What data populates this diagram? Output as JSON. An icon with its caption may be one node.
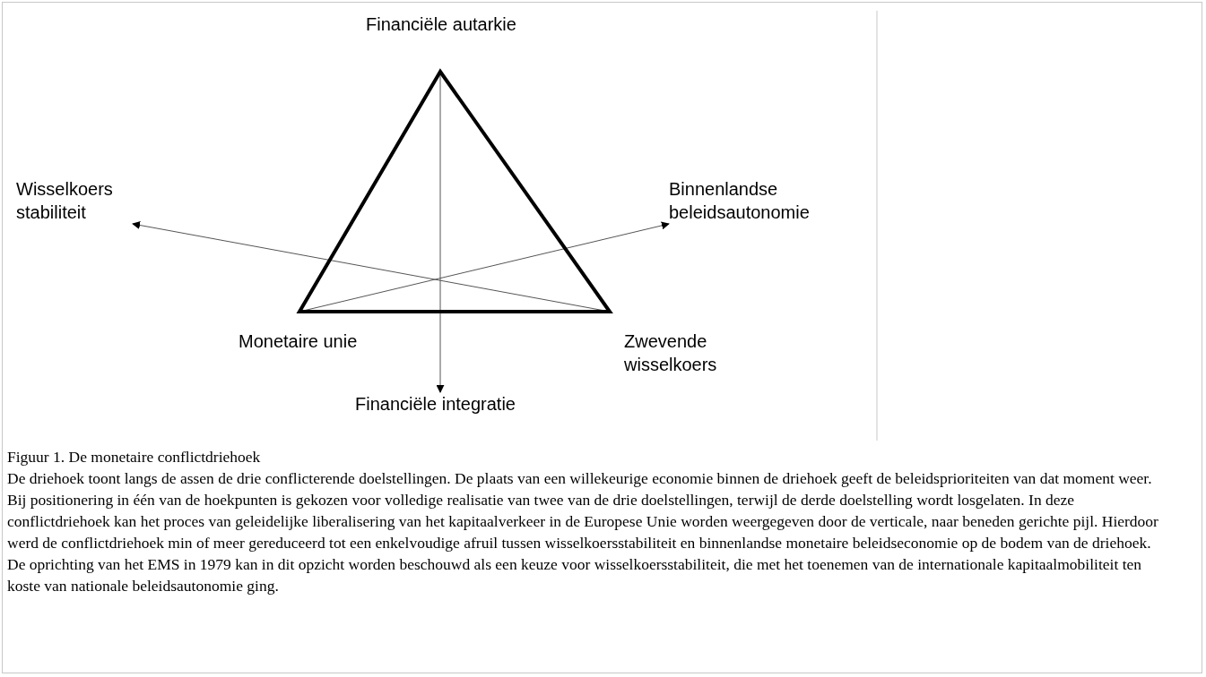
{
  "diagram": {
    "caption": "Figuur 1. De monetaire conflictdriehoek",
    "nodes": [
      {
        "text": [],
        "shape": "triangle",
        "beside": [
          "Financiële autarkie",
          "Monetaire unie",
          "Zwevende wisselkoers"
        ]
      },
      {
        "text": [
          "Wisselkoers stabiliteit"
        ]
      },
      {
        "text": [
          "Binnenlandse beleidsautonomie"
        ]
      },
      {
        "text": [
          "Financiële integratie"
        ]
      }
    ],
    "edges": [
      {
        "from": 0,
        "to": 1,
        "arrow": "to"
      },
      {
        "from": 0,
        "to": 2,
        "arrow": "to"
      },
      {
        "from": 0,
        "to": 3,
        "arrow": "to"
      }
    ],
    "labels": [
      "De driehoek toont langs de assen de drie conflicterende doelstellingen. De plaats van een willekeurige economie binnen de driehoek geeft de beleidsprioriteiten van dat moment weer. Bij positionering in één van de hoekpunten is gekozen voor volledige realisatie van twee van de drie doelstellingen, terwijl de derde doelstelling wordt losgelaten. In deze conflictdriehoek kan het proces van geleidelijke liberalisering van het kapitaalverkeer in de Europese Unie worden weergegeven door de verticale, naar beneden gerichte pijl. Hierdoor werd de conflictdriehoek min of meer gereduceerd tot een enkelvoudige afruil tussen wisselkoersstabiliteit en binnenlandse monetaire beleidseconomie op de bodem van de driehoek. De oprichting van het EMS in 1979 kan in dit opzicht worden beschouwd als een keuze voor wisselkoersstabiliteit, die met het toenemen van de internationale kapitaalmobiliteit ten koste van nationale beleidsautonomie ging."
    ]
  }
}
